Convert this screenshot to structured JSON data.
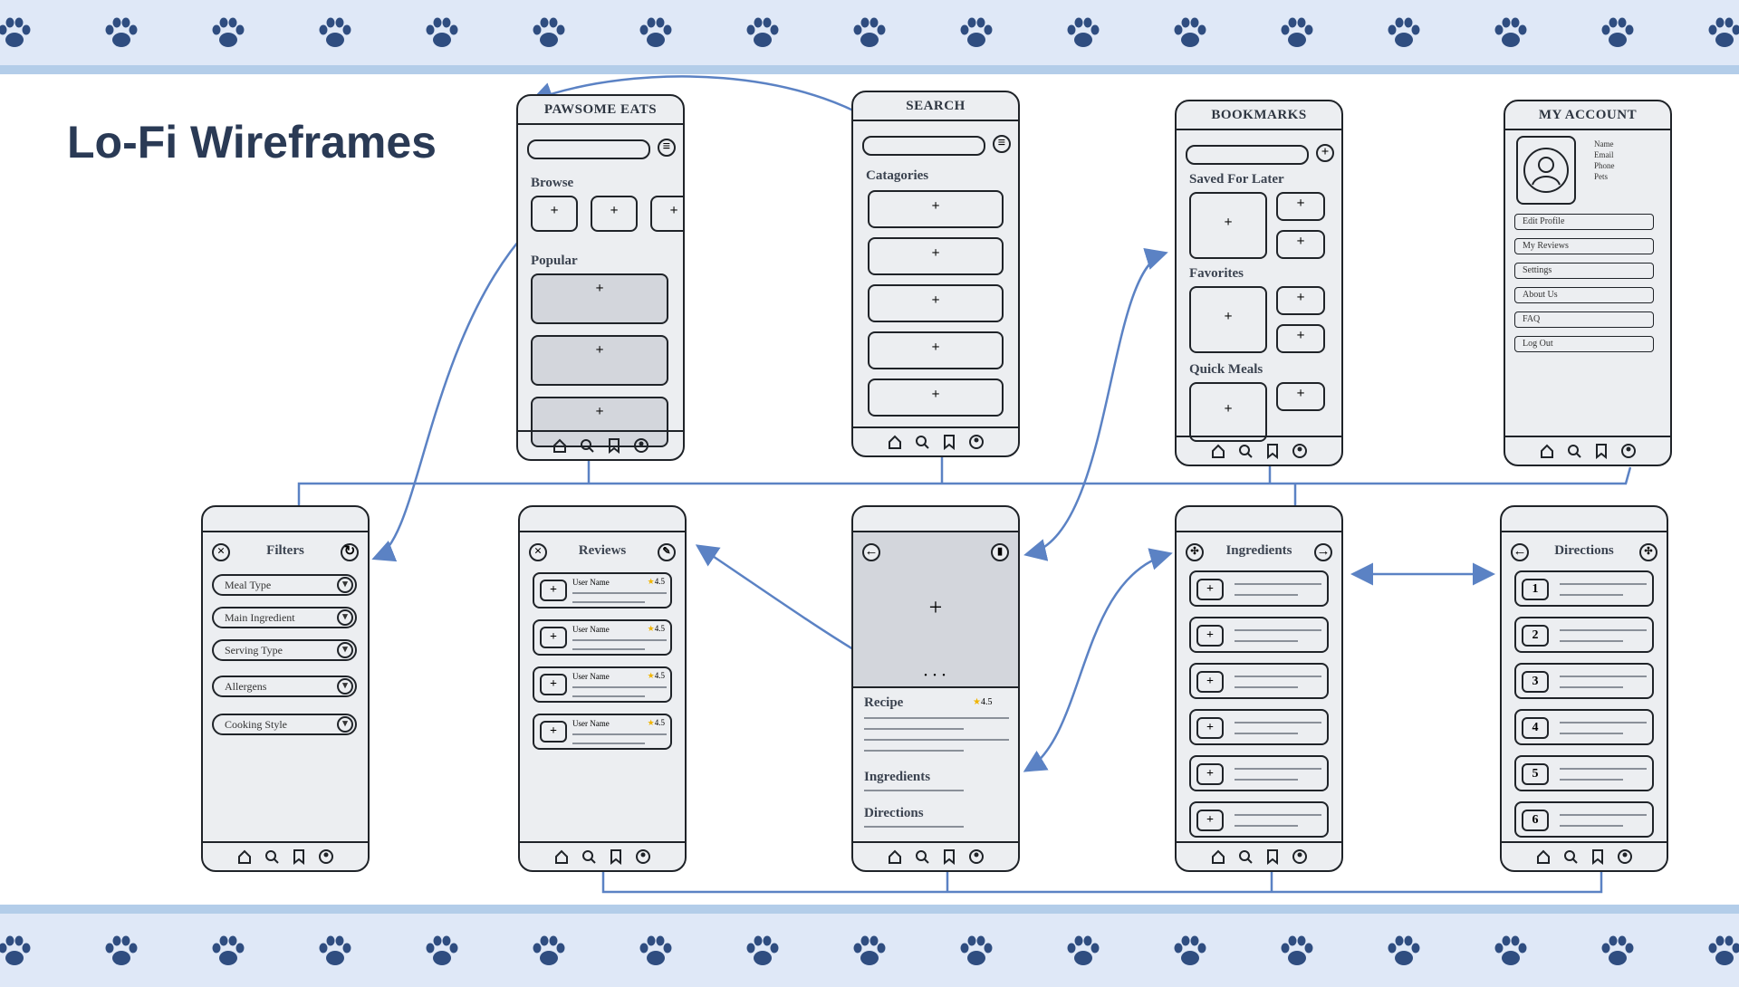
{
  "page": {
    "title": "Lo-Fi Wireframes"
  },
  "colors": {
    "band": "#dfe8f7",
    "band_edge": "#b3cde9",
    "paw": "#2f4d80",
    "connector": "#5b82c4",
    "frame_border": "#1f2328",
    "frame_fill": "#eceef1",
    "heading": "#2a3a55",
    "star": "#f0b400"
  },
  "screens": {
    "home": {
      "title": "PAWSOME EATS",
      "browse": "Browse",
      "popular": "Popular",
      "plus": "+"
    },
    "search": {
      "title": "SEARCH",
      "categories": "Catagories"
    },
    "bookmarks": {
      "title": "BOOKMARKS",
      "saved": "Saved For Later",
      "favorites": "Favorites",
      "quick": "Quick Meals"
    },
    "account": {
      "title": "MY ACCOUNT",
      "info": [
        "Name",
        "Email",
        "Phone",
        "Pets"
      ],
      "menu": [
        "Edit Profile",
        "My Reviews",
        "Settings",
        "About Us",
        "FAQ",
        "Log Out"
      ]
    },
    "filters": {
      "title": "Filters",
      "options": [
        "Meal Type",
        "Main Ingredient",
        "Serving Type",
        "Allergens",
        "Cooking Style"
      ]
    },
    "reviews": {
      "title": "Reviews",
      "user": "User Name",
      "rating": "4.5"
    },
    "recipe": {
      "recipe": "Recipe",
      "ingredients": "Ingredients",
      "directions": "Directions",
      "rating": "4.5"
    },
    "ingredients": {
      "title": "Ingredients"
    },
    "directions": {
      "title": "Directions",
      "steps": [
        "1",
        "2",
        "3",
        "4",
        "5",
        "6"
      ]
    }
  }
}
